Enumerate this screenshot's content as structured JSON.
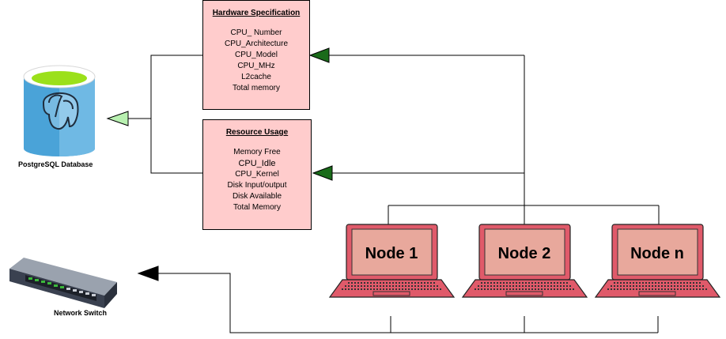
{
  "hardware_box": {
    "title": "Hardware Specification",
    "items": [
      "CPU_ Number",
      "CPU_Architecture",
      "CPU_Model",
      "CPU_MHz",
      "L2cache",
      "Total memory"
    ]
  },
  "resource_box": {
    "title": "Resource Usage",
    "items": [
      "Memory Free",
      "CPU_Idle",
      "CPU_Kernel",
      "Disk Input/output",
      "Disk Available",
      "Total Memory"
    ]
  },
  "database": {
    "label": "PostgreSQL Database",
    "icon": "postgresql-elephant-icon"
  },
  "switch": {
    "label": "Network Switch",
    "icon": "network-switch-icon"
  },
  "nodes": [
    {
      "label": "Node 1"
    },
    {
      "label": "Node 2"
    },
    {
      "label": "Node n"
    }
  ],
  "colors": {
    "box_fill": "#ffcccc",
    "laptop_body": "#e05a6a",
    "laptop_screen": "#e8a89c",
    "arrow_dark_green": "#1a6b1a",
    "arrow_light_green": "#b8f0b0",
    "db_blue": "#4aa3d8",
    "db_green_top": "#9be01a"
  }
}
